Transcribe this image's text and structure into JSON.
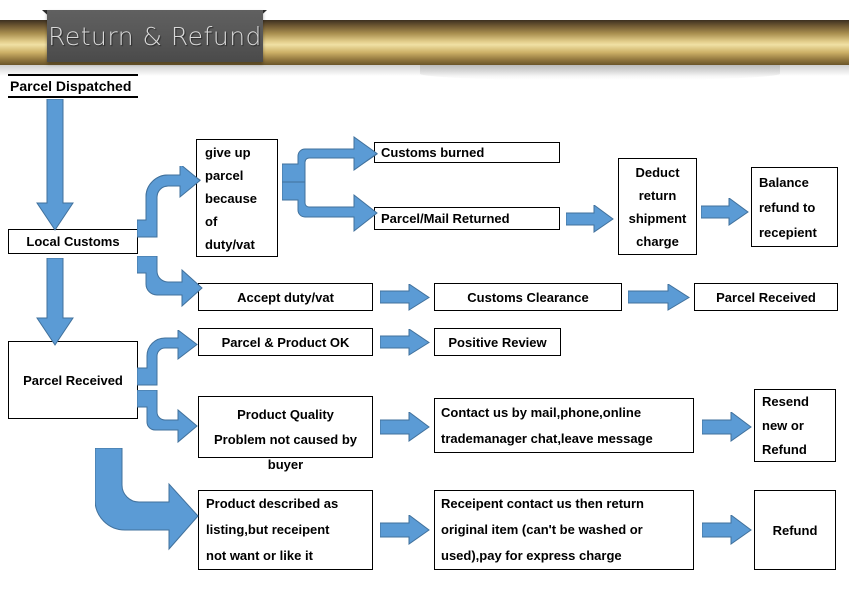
{
  "banner": {
    "title": "Return & Refund"
  },
  "colors": {
    "arrow_fill": "#5B9BD5",
    "arrow_stroke": "#41719C",
    "box_border": "#000000",
    "box_fill": "#FFFFFF",
    "banner_gold_light": "#F0E0A4",
    "banner_gold_dark": "#3C3020",
    "ribbon_gray": "#565656",
    "ribbon_text": "#D8D8D8"
  },
  "nodes": {
    "parcel_dispatched": "Parcel Dispatched",
    "local_customs": "Local Customs",
    "parcel_received_left": "Parcel Received",
    "give_up_parcel": {
      "line1": "give up",
      "line2": "parcel",
      "line3": "because",
      "line4": "of",
      "line5": "duty/vat"
    },
    "customs_burned": "Customs burned",
    "parcel_mail_returned": "Parcel/Mail Returned",
    "deduct_return_shipment_charge": {
      "line1": "Deduct",
      "line2": "return",
      "line3": "shipment",
      "line4": "charge"
    },
    "balance_refund_to_recepient": {
      "line1": "Balance",
      "line2": "refund to",
      "line3": "recepient"
    },
    "accept_duty_vat": "Accept duty/vat",
    "customs_clearance": "Customs Clearance",
    "parcel_received_right": "Parcel Received",
    "parcel_product_ok": "Parcel & Product OK",
    "positive_review": "Positive Review",
    "product_quality_problem": {
      "line1": "Product Quality",
      "line2": "Problem not caused by",
      "line3": "buyer"
    },
    "contact_us": {
      "line1": "Contact us by mail,phone,online",
      "line2": "trademanager chat,leave message"
    },
    "resend_new_or_refund": {
      "line1": "Resend",
      "line2": "new or",
      "line3": "Refund"
    },
    "product_described_as_listing": {
      "line1": "Product described as",
      "line2": "listing,but receipent",
      "line3": "not want or like it"
    },
    "receipent_contact_return": {
      "line1": "Receipent contact us then return",
      "line2": "original item (can't be washed or",
      "line3": "used),pay for express charge"
    },
    "refund": "Refund"
  },
  "arrows": {
    "down_dispatched_to_customs": "down-arrow",
    "down_customs_to_received": "down-arrow",
    "elbow_customs_to_giveup": "elbow-up-right-arrow",
    "elbow_customs_to_accept": "elbow-down-right-arrow",
    "split_giveup_up": "elbow-up-right-arrow",
    "split_giveup_down": "elbow-down-right-arrow",
    "right_returned_to_deduct": "right-arrow",
    "right_deduct_to_balance": "right-arrow",
    "right_accept_to_clearance": "right-arrow",
    "right_clearance_to_received": "right-arrow",
    "elbow_received_to_ok": "elbow-up-right-arrow",
    "elbow_received_to_quality": "elbow-down-right-arrow",
    "elbow_received_to_described": "elbow-down-right-arrow",
    "right_ok_to_review": "right-arrow",
    "right_quality_to_contact": "right-arrow",
    "right_contact_to_resend": "right-arrow",
    "right_described_to_receipent": "right-arrow",
    "right_receipent_to_refund": "right-arrow"
  }
}
